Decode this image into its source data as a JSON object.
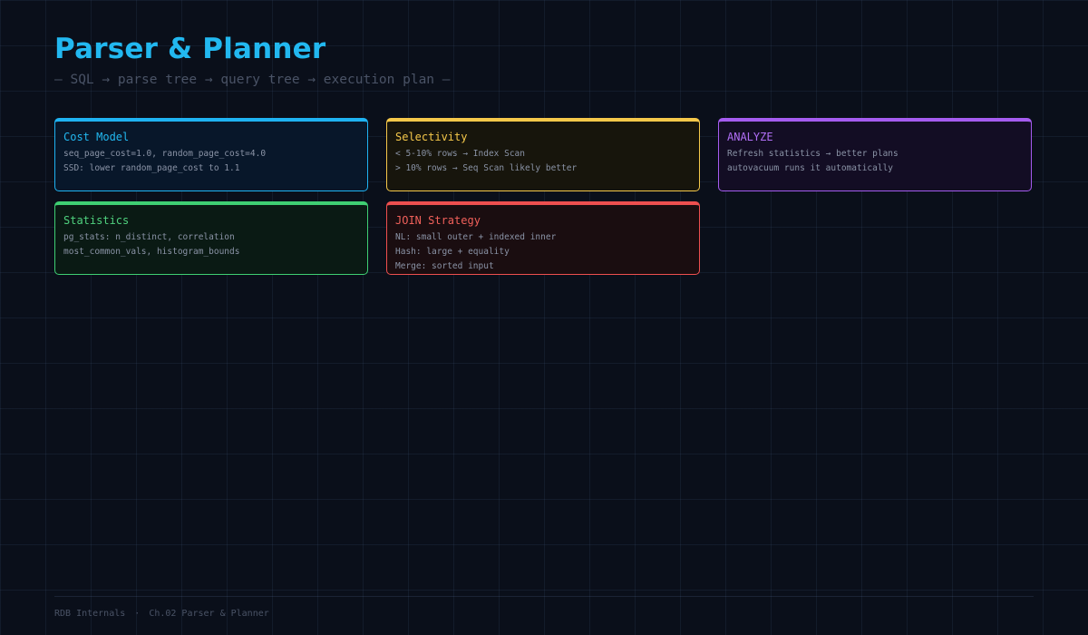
{
  "header": {
    "title": "Parser & Planner",
    "subtitle": "— SQL → parse tree → query tree → execution plan —"
  },
  "cards": {
    "cost_model": {
      "title": "Cost Model",
      "lines": [
        "seq_page_cost=1.0, random_page_cost=4.0",
        "SSD: lower random_page_cost to 1.1"
      ]
    },
    "selectivity": {
      "title": "Selectivity",
      "lines": [
        "< 5-10% rows → Index Scan",
        "> 10% rows → Seq Scan likely better"
      ]
    },
    "analyze": {
      "title": "ANALYZE",
      "lines": [
        "Refresh statistics → better plans",
        "autovacuum runs it automatically"
      ]
    },
    "statistics": {
      "title": "Statistics",
      "lines": [
        "pg_stats: n_distinct, correlation",
        "most_common_vals, histogram_bounds"
      ]
    },
    "join_strategy": {
      "title": "JOIN Strategy",
      "lines": [
        "NL: small outer + indexed inner",
        "Hash: large + equality",
        "Merge: sorted input"
      ]
    }
  },
  "footer": {
    "series": "RDB Internals",
    "separator": "·",
    "chapter": "Ch.02 Parser & Planner"
  },
  "colors": {
    "background": "#0a0f1a",
    "title": "#22b8f0",
    "cost_model": "#1fb3f2",
    "selectivity": "#f5c84a",
    "analyze": "#a55cf0",
    "statistics": "#3fcf73",
    "join_strategy": "#ee4f4f"
  }
}
